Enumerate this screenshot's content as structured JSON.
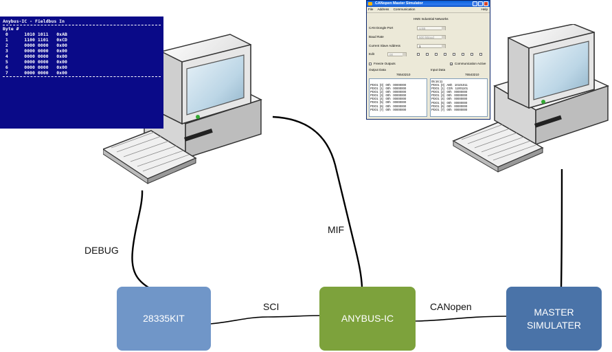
{
  "terminal": {
    "title": "Anybus-IC - Fieldbus In",
    "header": "Byte #",
    "rows": [
      " 0      1010 1011   0xAB",
      " 1      1100 1101   0xCD",
      " 2      0000 0000   0x00",
      " 3      0000 0000   0x00",
      " 4      0000 0000   0x00",
      " 5      0000 0000   0x00",
      " 6      0000 0000   0x00",
      " 7      0000 0000   0x00"
    ]
  },
  "simulator": {
    "title": "CANopen Master Simulator",
    "menu": [
      "File",
      "Address",
      "Communication",
      "Help"
    ],
    "subtitle": "HMS Industrial Networks",
    "dongle_port_label": "CAN Dongle Port",
    "dongle_port_value": "USB",
    "baud_label": "Baud Rate",
    "baud_value": "500 kBaud",
    "slave_label": "Current Slave Address",
    "slave_value": "1",
    "edit_label": "Edit",
    "edit_value": "00",
    "freeze_label": "Freeze Outputs",
    "comm_label": "Communication Active",
    "output_label": "Output Data",
    "input_label": "Input Data",
    "output_bits": "76543210",
    "input_bits": "76543210",
    "output_rows": [
      "PDO1  [0]   00h   00000000",
      "PDO1  [1]   00h   00000000",
      "PDO1  [2]   00h   00000000",
      "PDO1  [3]   00h   00000000",
      "PDO1  [4]   00h   00000000",
      "PDO1  [5]   00h   00000000",
      "PDO1  [6]   00h   00000000",
      "PDO1  [7]   00h   00000000"
    ],
    "input_time": "05:16:11",
    "input_rows": [
      "PDO1  [0]   ABh   10101011",
      "PDO1  [1]   CDh   11001101",
      "PDO1  [2]   00h   00000000",
      "PDO1  [3]   00h   00000000",
      "PDO1  [4]   00h   00000000",
      "PDO1  [5]   00h   00000000",
      "PDO1  [6]   00h   00000000",
      "PDO1  [7]   00h   00000000"
    ]
  },
  "nodes": {
    "kit": "28335KIT",
    "anybus": "ANYBUS-IC",
    "master_line1": "MASTER",
    "master_line2": "SIMULATER"
  },
  "edges": {
    "debug": "DEBUG",
    "mif": "MIF",
    "sci": "SCI",
    "canopen": "CANopen"
  },
  "colors": {
    "kit": "#7096c8",
    "anybus": "#7da23c",
    "master": "#4a73a8",
    "terminal_bg": "#0a0a88"
  }
}
